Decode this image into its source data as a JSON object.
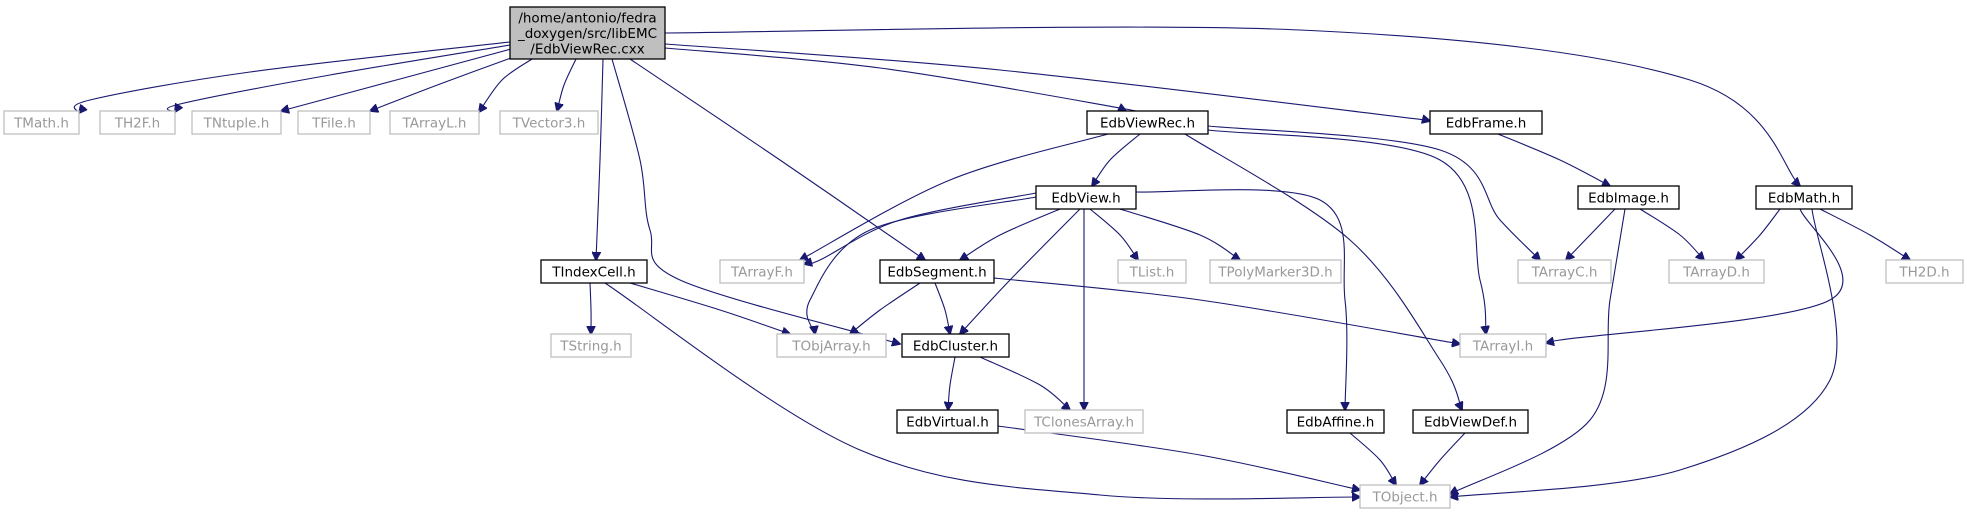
{
  "graph": {
    "colors": {
      "edge": "#191970",
      "node_border": "#000000",
      "external_border": "#bfbfbf",
      "external_text": "#999999",
      "root_fill": "#bfbfbf",
      "text": "#000000"
    },
    "nodes": [
      {
        "id": "root",
        "lines": [
          "/home/antonio/fedra",
          "_doxygen/src/libEMC",
          "/EdbViewRec.cxx"
        ],
        "kind": "root"
      },
      {
        "id": "TMath",
        "lines": [
          "TMath.h"
        ],
        "kind": "external"
      },
      {
        "id": "TH2F",
        "lines": [
          "TH2F.h"
        ],
        "kind": "external"
      },
      {
        "id": "TNtuple",
        "lines": [
          "TNtuple.h"
        ],
        "kind": "external"
      },
      {
        "id": "TFile",
        "lines": [
          "TFile.h"
        ],
        "kind": "external"
      },
      {
        "id": "TArrayL",
        "lines": [
          "TArrayL.h"
        ],
        "kind": "external"
      },
      {
        "id": "TVector3",
        "lines": [
          "TVector3.h"
        ],
        "kind": "external"
      },
      {
        "id": "EdbViewRec",
        "lines": [
          "EdbViewRec.h"
        ],
        "kind": "internal"
      },
      {
        "id": "EdbFrame",
        "lines": [
          "EdbFrame.h"
        ],
        "kind": "internal"
      },
      {
        "id": "EdbMath",
        "lines": [
          "EdbMath.h"
        ],
        "kind": "internal"
      },
      {
        "id": "EdbView",
        "lines": [
          "EdbView.h"
        ],
        "kind": "internal"
      },
      {
        "id": "EdbImage",
        "lines": [
          "EdbImage.h"
        ],
        "kind": "internal"
      },
      {
        "id": "TIndexCell",
        "lines": [
          "TIndexCell.h"
        ],
        "kind": "internal"
      },
      {
        "id": "TArrayF",
        "lines": [
          "TArrayF.h"
        ],
        "kind": "external"
      },
      {
        "id": "EdbSegment",
        "lines": [
          "EdbSegment.h"
        ],
        "kind": "internal"
      },
      {
        "id": "TList",
        "lines": [
          "TList.h"
        ],
        "kind": "external"
      },
      {
        "id": "TPolyMarker3D",
        "lines": [
          "TPolyMarker3D.h"
        ],
        "kind": "external"
      },
      {
        "id": "TArrayC",
        "lines": [
          "TArrayC.h"
        ],
        "kind": "external"
      },
      {
        "id": "TArrayD",
        "lines": [
          "TArrayD.h"
        ],
        "kind": "external"
      },
      {
        "id": "TH2D",
        "lines": [
          "TH2D.h"
        ],
        "kind": "external"
      },
      {
        "id": "TString",
        "lines": [
          "TString.h"
        ],
        "kind": "external"
      },
      {
        "id": "TObjArray",
        "lines": [
          "TObjArray.h"
        ],
        "kind": "external"
      },
      {
        "id": "EdbCluster",
        "lines": [
          "EdbCluster.h"
        ],
        "kind": "internal"
      },
      {
        "id": "TArrayI",
        "lines": [
          "TArrayI.h"
        ],
        "kind": "external"
      },
      {
        "id": "EdbVirtual",
        "lines": [
          "EdbVirtual.h"
        ],
        "kind": "internal"
      },
      {
        "id": "TClonesArray",
        "lines": [
          "TClonesArray.h"
        ],
        "kind": "external"
      },
      {
        "id": "EdbAffine",
        "lines": [
          "EdbAffine.h"
        ],
        "kind": "internal"
      },
      {
        "id": "EdbViewDef",
        "lines": [
          "EdbViewDef.h"
        ],
        "kind": "internal"
      },
      {
        "id": "TObject",
        "lines": [
          "TObject.h"
        ],
        "kind": "external"
      }
    ],
    "edges": [
      [
        "root",
        "TMath"
      ],
      [
        "root",
        "TH2F"
      ],
      [
        "root",
        "TNtuple"
      ],
      [
        "root",
        "TFile"
      ],
      [
        "root",
        "TArrayL"
      ],
      [
        "root",
        "TVector3"
      ],
      [
        "root",
        "EdbViewRec"
      ],
      [
        "root",
        "EdbFrame"
      ],
      [
        "root",
        "EdbMath"
      ],
      [
        "root",
        "TIndexCell"
      ],
      [
        "root",
        "EdbSegment"
      ],
      [
        "root",
        "EdbCluster"
      ],
      [
        "EdbViewRec",
        "EdbView"
      ],
      [
        "EdbViewRec",
        "TArrayF"
      ],
      [
        "EdbViewRec",
        "TArrayC"
      ],
      [
        "EdbViewRec",
        "TArrayI"
      ],
      [
        "EdbViewRec",
        "EdbViewDef"
      ],
      [
        "EdbFrame",
        "EdbImage"
      ],
      [
        "EdbImage",
        "TArrayC"
      ],
      [
        "EdbImage",
        "TArrayD"
      ],
      [
        "EdbImage",
        "TObject"
      ],
      [
        "EdbMath",
        "TArrayD"
      ],
      [
        "EdbMath",
        "TH2D"
      ],
      [
        "EdbMath",
        "TArrayI"
      ],
      [
        "EdbMath",
        "TObject"
      ],
      [
        "EdbView",
        "TArrayF"
      ],
      [
        "EdbView",
        "EdbSegment"
      ],
      [
        "EdbView",
        "TList"
      ],
      [
        "EdbView",
        "TPolyMarker3D"
      ],
      [
        "EdbView",
        "TObjArray"
      ],
      [
        "EdbView",
        "EdbCluster"
      ],
      [
        "EdbView",
        "TClonesArray"
      ],
      [
        "EdbView",
        "EdbAffine"
      ],
      [
        "EdbSegment",
        "TObjArray"
      ],
      [
        "EdbSegment",
        "EdbCluster"
      ],
      [
        "EdbSegment",
        "TArrayI"
      ],
      [
        "TIndexCell",
        "TString"
      ],
      [
        "TIndexCell",
        "TObjArray"
      ],
      [
        "TIndexCell",
        "TObject"
      ],
      [
        "EdbCluster",
        "EdbVirtual"
      ],
      [
        "EdbCluster",
        "TClonesArray"
      ],
      [
        "EdbVirtual",
        "TObject"
      ],
      [
        "EdbAffine",
        "TObject"
      ],
      [
        "EdbViewDef",
        "TObject"
      ]
    ]
  }
}
